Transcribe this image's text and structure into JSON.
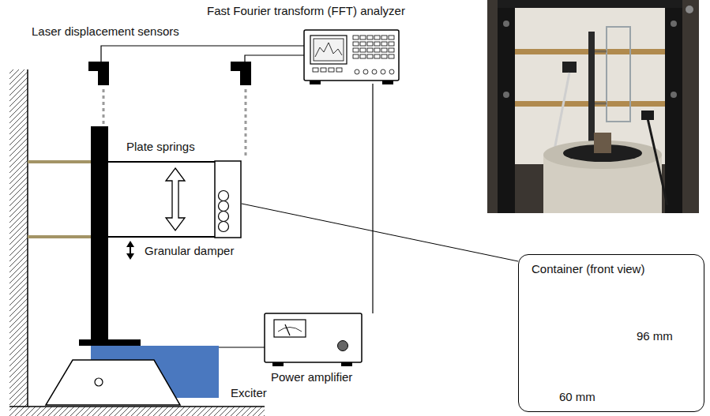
{
  "diagram": {
    "nodes": [
      {
        "text": [
          "Container (front view)"
        ]
      }
    ],
    "labels": [
      "Fast Fourier transform (FFT) analyzer",
      "Laser displacement sensors",
      "Plate springs",
      "Granular damper",
      "Exciter",
      "Power amplifier",
      "96 mm",
      "60 mm"
    ]
  }
}
